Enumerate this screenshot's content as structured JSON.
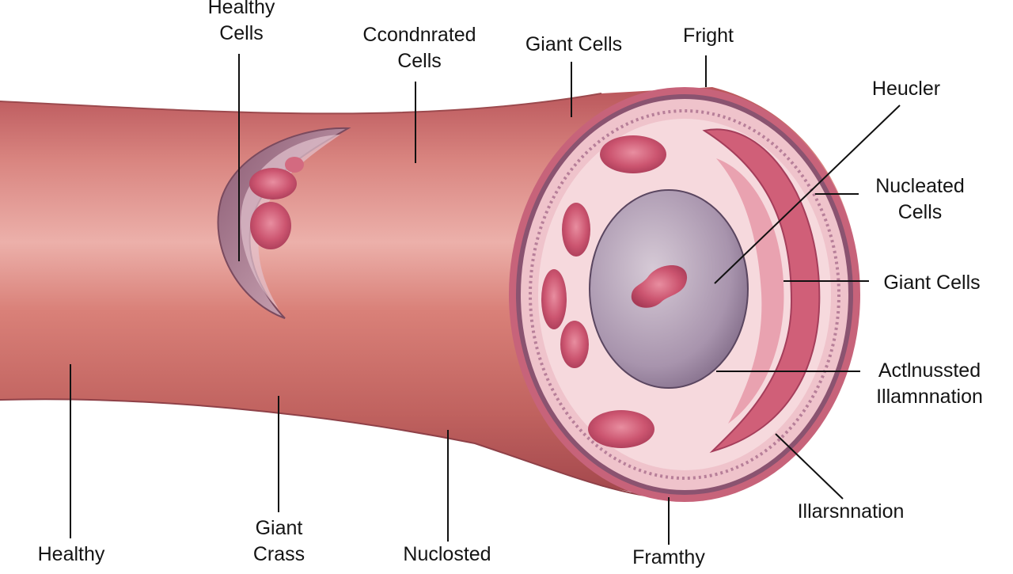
{
  "labels": {
    "healthy_cells": "Healthy\nCells",
    "condensed_cells": "Ccondnrated\nCells",
    "giant_cells_top": "Giant Cells",
    "fright": "Fright",
    "header": "Heucler",
    "nucleated_cells": "Nucleated\nCells",
    "giant_cells_right": "Giant Cells",
    "activated_inflammation": "Actlnussted\nIllamnnation",
    "inflammation": "Illarsnnation",
    "frothy": "Framthy",
    "nucleated_bottom": "Nuclosted",
    "giant_cross": "Giant\nCrass",
    "healthy": "Healthy"
  },
  "colors": {
    "vessel_outer": "#c86a6a",
    "vessel_highlight": "#e9a9a4",
    "vessel_shadow": "#9c4a4e",
    "wall_pink": "#f3c9cf",
    "rim": "#a45f78",
    "lumen": "#b6a3bd",
    "cell_red": "#c94f68",
    "leader": "#111111"
  }
}
